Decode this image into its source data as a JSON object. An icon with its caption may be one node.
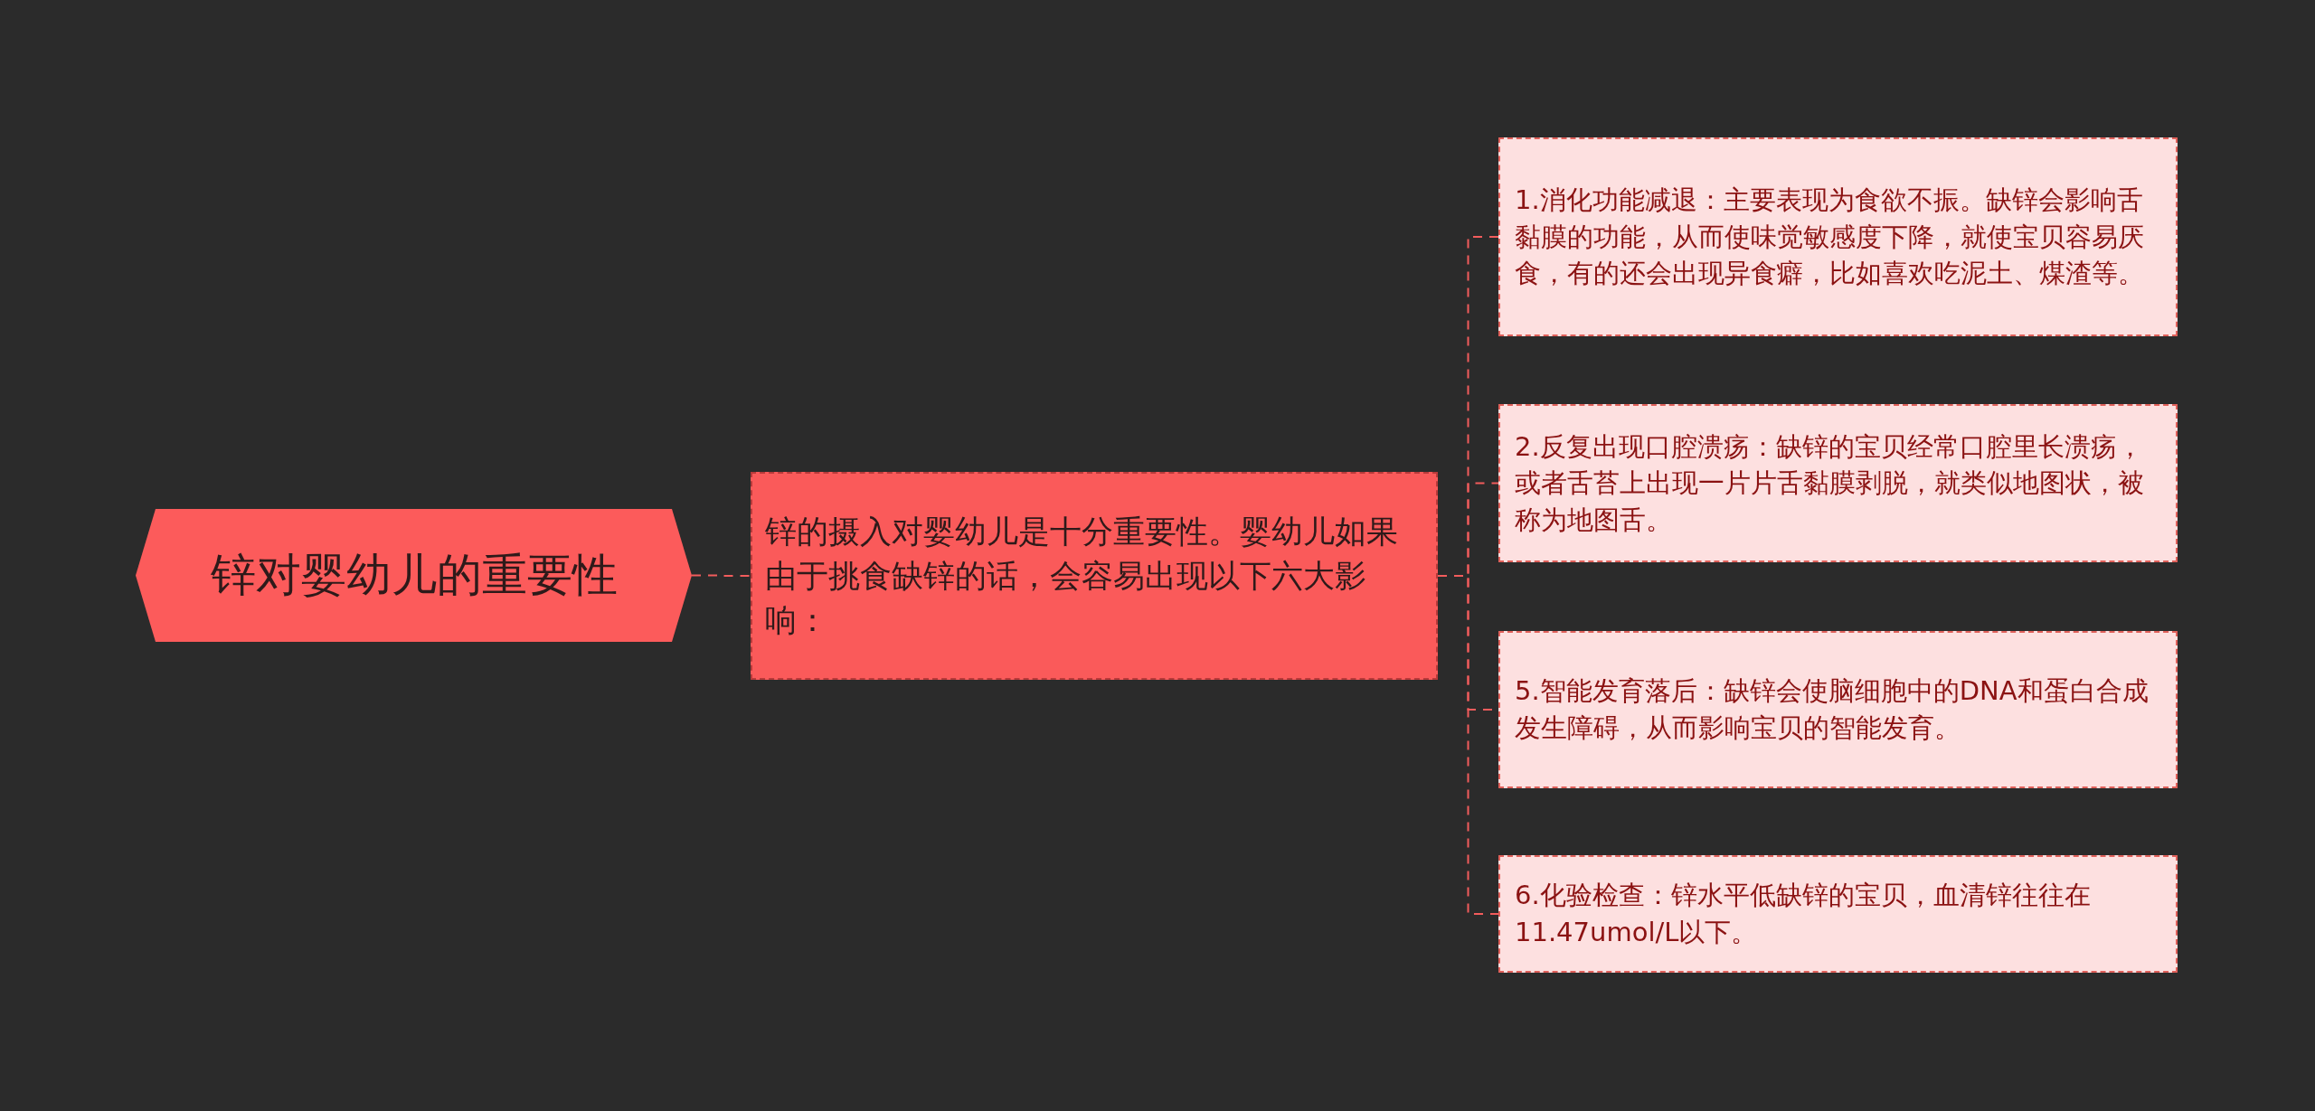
{
  "diagram": {
    "nodes": [
      {
        "text": [
          "锌对婴幼儿的重要性"
        ]
      },
      {
        "text": [
          "锌的摄入对婴幼儿是十分重要性。婴幼儿如果由于挑食缺锌的话，会容易出现以下六大影响："
        ]
      },
      {
        "text": [
          "1.消化功能减退：主要表现为食欲不振。缺锌会影响舌黏膜的功能，从而使味觉敏感度下降，就使宝贝容易厌食，有的还会出现异食癖，比如喜欢吃泥土、煤渣等。"
        ]
      },
      {
        "text": [
          "2.反复出现口腔溃疡：缺锌的宝贝经常口腔里长溃疡，或者舌苔上出现一片片舌黏膜剥脱，就类似地图状，被称为地图舌。"
        ]
      },
      {
        "text": [
          "5.智能发育落后：缺锌会使脑细胞中的DNA和蛋白合成发生障碍，从而影响宝贝的智能发育。"
        ]
      },
      {
        "text": [
          "6.化验检查：锌水平低缺锌的宝贝，血清锌往往在11.47umol/L以下。"
        ]
      }
    ],
    "edges": [
      {
        "from": 0,
        "to": 1,
        "arrow": "none",
        "style": "dashed"
      },
      {
        "from": 1,
        "to": 2,
        "arrow": "none",
        "style": "dashed"
      },
      {
        "from": 1,
        "to": 3,
        "arrow": "none",
        "style": "dashed"
      },
      {
        "from": 1,
        "to": 4,
        "arrow": "none",
        "style": "dashed"
      },
      {
        "from": 1,
        "to": 5,
        "arrow": "none",
        "style": "dashed"
      }
    ]
  }
}
